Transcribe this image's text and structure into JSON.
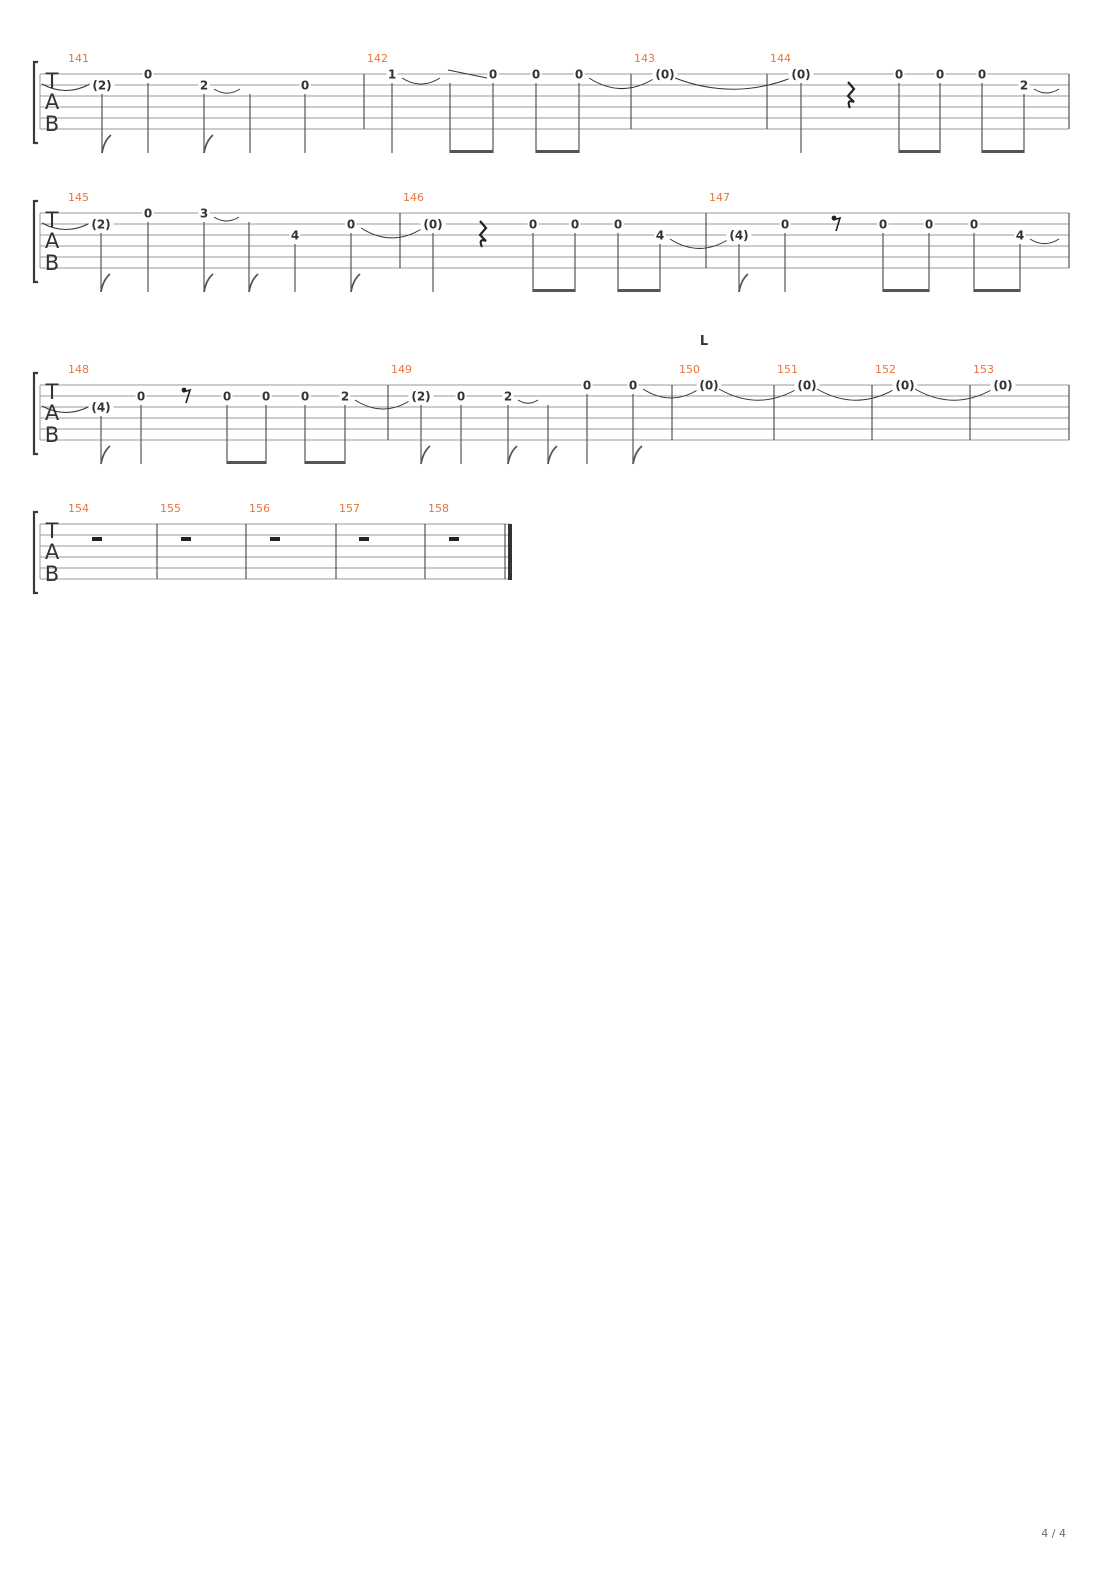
{
  "page": {
    "number_label": "4 / 4"
  },
  "colors": {
    "measure_number": "#e8743b",
    "line": "#9a9a9a",
    "ink": "#333333",
    "bracket": "#3a3a3a"
  },
  "clef": [
    "T",
    "A",
    "B"
  ],
  "systems": [
    {
      "tie_in": true,
      "measures": [
        {
          "number": "141",
          "events": [
            {
              "fret": "(2)",
              "string": 2,
              "stem": "eighth",
              "tie_after": false
            },
            {
              "fret": "0",
              "string": 1,
              "stem": "quarter"
            },
            {
              "fret": "2",
              "string": 2,
              "stem": "eighth",
              "tie_after": true
            },
            {
              "fret": "",
              "string": 2,
              "stem": "quarter"
            },
            {
              "fret": "0",
              "string": 2,
              "stem": "quarter"
            }
          ]
        },
        {
          "number": "142",
          "events": [
            {
              "fret": "1",
              "string": 1,
              "stem": "quarter",
              "tie_after": true
            },
            {
              "fret": "",
              "string": 1,
              "stem": "beam-start",
              "slide_after": true
            },
            {
              "fret": "0",
              "string": 1,
              "stem": "beam-end"
            },
            {
              "fret": "0",
              "string": 1,
              "stem": "beam-start"
            },
            {
              "fret": "0",
              "string": 1,
              "stem": "beam-end",
              "tie_after": true
            }
          ]
        },
        {
          "number": "143",
          "events": [
            {
              "fret": "(0)",
              "string": 1,
              "stem": "none",
              "tie_after": true
            }
          ]
        },
        {
          "number": "144",
          "events": [
            {
              "fret": "(0)",
              "string": 1,
              "stem": "quarter"
            },
            {
              "rest": "quarter"
            },
            {
              "fret": "0",
              "string": 1,
              "stem": "beam-start"
            },
            {
              "fret": "0",
              "string": 1,
              "stem": "beam-end"
            },
            {
              "fret": "0",
              "string": 1,
              "stem": "beam-start"
            },
            {
              "fret": "2",
              "string": 2,
              "stem": "beam-end",
              "tie_after": true
            }
          ]
        }
      ]
    },
    {
      "tie_in": true,
      "measures": [
        {
          "number": "145",
          "events": [
            {
              "fret": "(2)",
              "string": 2,
              "stem": "eighth"
            },
            {
              "fret": "0",
              "string": 1,
              "stem": "quarter"
            },
            {
              "fret": "3",
              "string": 1,
              "stem": "eighth",
              "tie_after": true
            },
            {
              "fret": "",
              "string": 1,
              "stem": "eighth"
            },
            {
              "fret": "4",
              "string": 3,
              "stem": "quarter"
            },
            {
              "fret": "0",
              "string": 2,
              "stem": "eighth",
              "tie_after": true
            }
          ]
        },
        {
          "number": "146",
          "events": [
            {
              "fret": "(0)",
              "string": 2,
              "stem": "quarter"
            },
            {
              "rest": "quarter"
            },
            {
              "fret": "0",
              "string": 2,
              "stem": "beam-start"
            },
            {
              "fret": "0",
              "string": 2,
              "stem": "beam-end"
            },
            {
              "fret": "0",
              "string": 2,
              "stem": "beam-start"
            },
            {
              "fret": "4",
              "string": 3,
              "stem": "beam-end",
              "tie_after": true
            }
          ]
        },
        {
          "number": "147",
          "events": [
            {
              "fret": "(4)",
              "string": 3,
              "stem": "eighth"
            },
            {
              "fret": "0",
              "string": 2,
              "stem": "quarter"
            },
            {
              "rest": "eighth"
            },
            {
              "fret": "0",
              "string": 2,
              "stem": "beam-start"
            },
            {
              "fret": "0",
              "string": 2,
              "stem": "beam-end"
            },
            {
              "fret": "0",
              "string": 2,
              "stem": "beam-start"
            },
            {
              "fret": "4",
              "string": 3,
              "stem": "beam-end",
              "tie_after": true
            }
          ]
        }
      ]
    },
    {
      "tie_in": true,
      "marker": "L",
      "measures": [
        {
          "number": "148",
          "events": [
            {
              "fret": "(4)",
              "string": 3,
              "stem": "eighth"
            },
            {
              "fret": "0",
              "string": 2,
              "stem": "quarter"
            },
            {
              "rest": "eighth"
            },
            {
              "fret": "0",
              "string": 2,
              "stem": "beam-start"
            },
            {
              "fret": "0",
              "string": 2,
              "stem": "beam-end"
            },
            {
              "fret": "0",
              "string": 2,
              "stem": "beam-start"
            },
            {
              "fret": "2",
              "string": 2,
              "stem": "beam-end",
              "tie_after": true
            }
          ]
        },
        {
          "number": "149",
          "events": [
            {
              "fret": "(2)",
              "string": 2,
              "stem": "eighth"
            },
            {
              "fret": "0",
              "string": 2,
              "stem": "quarter"
            },
            {
              "fret": "2",
              "string": 2,
              "stem": "eighth",
              "tie_after": true
            },
            {
              "fret": "",
              "string": 2,
              "stem": "eighth"
            },
            {
              "fret": "0",
              "string": 1,
              "stem": "quarter"
            },
            {
              "fret": "0",
              "string": 1,
              "stem": "eighth",
              "tie_after": true
            }
          ]
        },
        {
          "number": "150",
          "double_bar_before": true,
          "events": [
            {
              "fret": "(0)",
              "string": 1,
              "stem": "none",
              "tie_after": true
            }
          ]
        },
        {
          "number": "151",
          "events": [
            {
              "fret": "(0)",
              "string": 1,
              "stem": "none",
              "tie_after": true
            }
          ]
        },
        {
          "number": "152",
          "events": [
            {
              "fret": "(0)",
              "string": 1,
              "stem": "none",
              "tie_after": true
            }
          ]
        },
        {
          "number": "153",
          "events": [
            {
              "fret": "(0)",
              "string": 1,
              "stem": "none"
            }
          ]
        }
      ]
    },
    {
      "tie_in": false,
      "final_bar": true,
      "measures": [
        {
          "number": "154",
          "events": [
            {
              "rest": "whole"
            }
          ]
        },
        {
          "number": "155",
          "events": [
            {
              "rest": "whole"
            }
          ]
        },
        {
          "number": "156",
          "events": [
            {
              "rest": "whole"
            }
          ]
        },
        {
          "number": "157",
          "events": [
            {
              "rest": "whole"
            }
          ]
        },
        {
          "number": "158",
          "events": [
            {
              "rest": "whole"
            }
          ]
        }
      ]
    }
  ]
}
